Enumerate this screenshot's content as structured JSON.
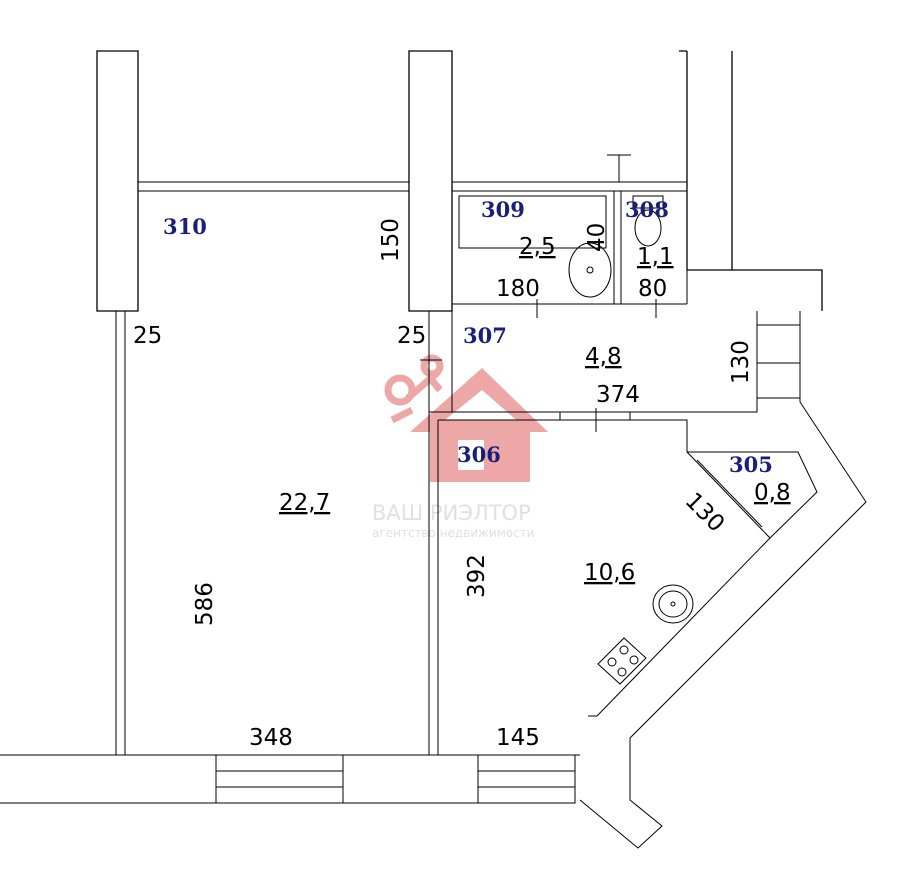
{
  "rooms": {
    "r310": {
      "number": "310",
      "area": "22,7"
    },
    "r309": {
      "number": "309",
      "area": "2,5"
    },
    "r308": {
      "number": "308",
      "area": "1,1"
    },
    "r307": {
      "number": "307",
      "area": "4,8"
    },
    "r306": {
      "number": "306",
      "area": "10,6"
    },
    "r305": {
      "number": "305",
      "area": "0,8"
    }
  },
  "dimensions": {
    "d150": "150",
    "d25_left": "25",
    "d25_mid": "25",
    "d180": "180",
    "d40": "40",
    "d80": "80",
    "d130_307": "130",
    "d374": "374",
    "d130_305": "130",
    "d392": "392",
    "d586": "586",
    "d348": "348",
    "d145": "145"
  },
  "watermark": {
    "name": "ВАШ РИЭЛТОР",
    "tagline": "агентство недвижимости",
    "house_color": "#e06060",
    "text_color": "#c8c8c8"
  },
  "colors": {
    "room_label": "#1a1f7a",
    "lines": "#000000"
  }
}
